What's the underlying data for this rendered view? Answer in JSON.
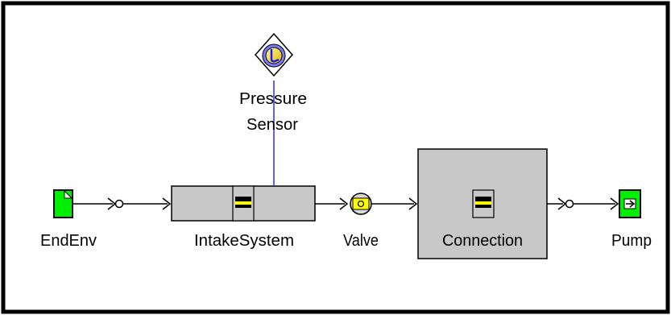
{
  "diagram": {
    "nodes": {
      "end_env": {
        "label": "EndEnv",
        "type": "environment"
      },
      "intake_system": {
        "label": "IntakeSystem",
        "type": "subsystem"
      },
      "pressure_sensor": {
        "label_line1": "Pressure",
        "label_line2": "Sensor",
        "type": "sensor"
      },
      "valve": {
        "label": "Valve",
        "type": "valve"
      },
      "connection": {
        "label": "Connection",
        "type": "subsystem"
      },
      "pump": {
        "label": "Pump",
        "type": "pump"
      }
    },
    "edges": [
      {
        "from": "end_env",
        "to": "intake_system",
        "kind": "flow",
        "marker": "circle"
      },
      {
        "from": "intake_system",
        "to": "valve",
        "kind": "flow"
      },
      {
        "from": "valve",
        "to": "connection",
        "kind": "flow"
      },
      {
        "from": "connection",
        "to": "pump",
        "kind": "flow",
        "marker": "circle"
      },
      {
        "from": "intake_system",
        "to": "pressure_sensor",
        "kind": "signal"
      }
    ],
    "colors": {
      "border": "#000000",
      "env_green": "#00ee00",
      "block_gray": "#c8c8c8",
      "indicator_yellow": "#ffff00",
      "signal_blue": "#2a2aff",
      "line": "#000000"
    },
    "icons": {
      "end_env": "environment-icon",
      "pump": "pump-icon",
      "pressure_sensor": "pressure-sensor-icon",
      "valve": "valve-icon"
    }
  }
}
